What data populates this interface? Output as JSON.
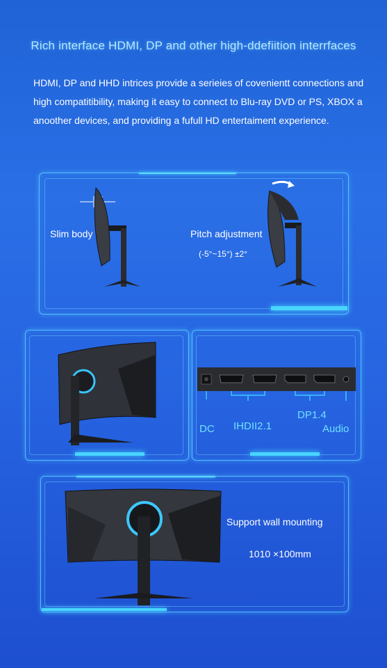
{
  "headline": "Rich interface HDMI, DP and other high-ddefiition interrfaces",
  "intro": "HDMI, DP and HHD intrices provide a serieies of covenientt connections and high compatitibility, making it easy to connect to Blu-ray DVD or PS, XBOX a anoother devices, and providing a fufull HD entertaiment experience.",
  "features": {
    "slim_body": "Slim body",
    "pitch_adjustment": "Pitch adjustment",
    "pitch_range": "(-5°~15°)  ±2°",
    "wall_mounting": "Support wall mounting",
    "vesa_size": "1010 ×100mm"
  },
  "ports": {
    "dc": "DC",
    "hdmi": "IHDII2.1",
    "dp": "DP1.4",
    "audio": "Audio"
  },
  "colors": {
    "background": "#2463dc",
    "glow": "#48d5ff",
    "label_cyan": "#6fe0ff"
  }
}
